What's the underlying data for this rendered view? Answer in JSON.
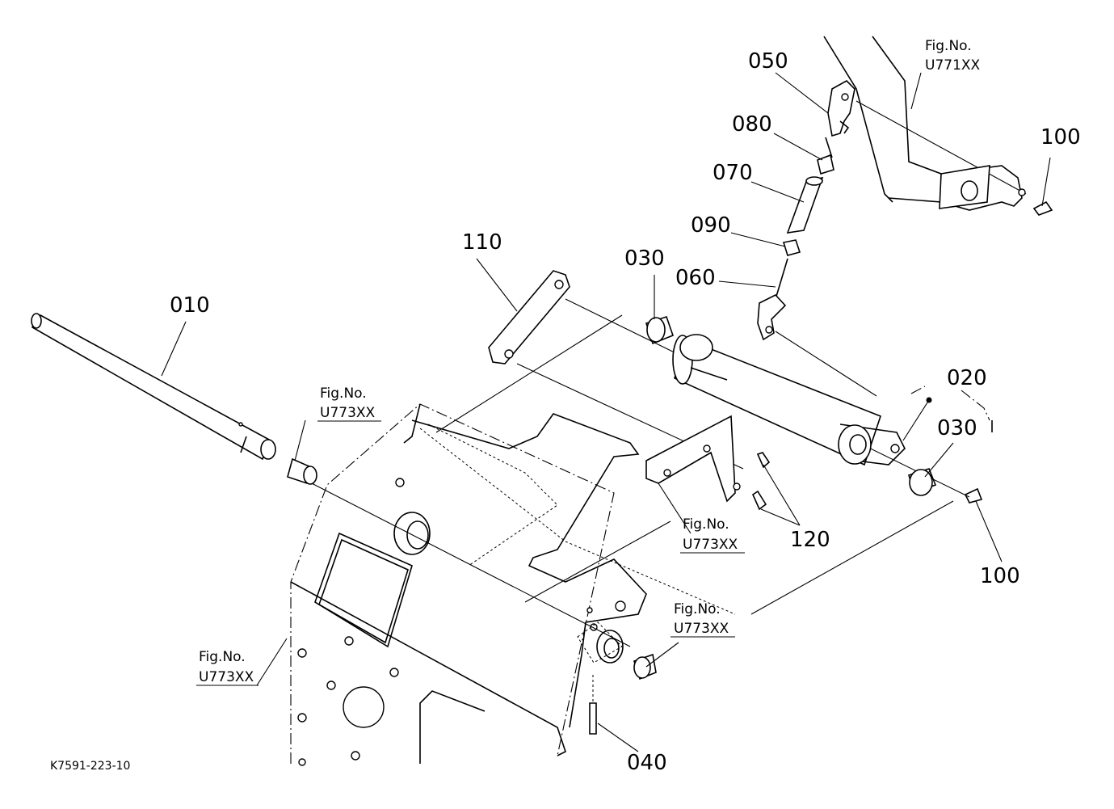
{
  "diagram": {
    "code": "K7591-223-10",
    "part_labels": {
      "p010": "010",
      "p020": "020",
      "p030a": "030",
      "p030b": "030",
      "p040": "040",
      "p050": "050",
      "p060": "060",
      "p070": "070",
      "p080": "080",
      "p090": "090",
      "p100a": "100",
      "p100b": "100",
      "p110": "110",
      "p120": "120"
    },
    "fig_refs": [
      {
        "label": "Fig.No.",
        "code": "U771XX"
      },
      {
        "label": "Fig.No.",
        "code": "U773XX"
      },
      {
        "label": "Fig.No.",
        "code": "U773XX"
      },
      {
        "label": "Fig.No.",
        "code": "U773XX"
      },
      {
        "label": "Fig.No.",
        "code": "U773XX"
      }
    ]
  }
}
